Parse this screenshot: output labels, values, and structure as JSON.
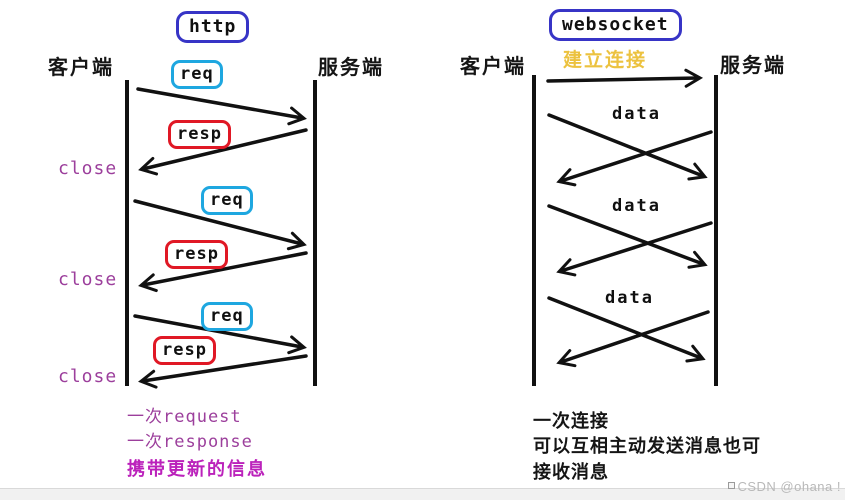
{
  "page": {
    "watermark": "CSDN @ohana !"
  },
  "colors": {
    "title_border_blue": "#3734c6",
    "req_border_cyan": "#1ea7e0",
    "resp_border_red": "#e01825",
    "close_purple": "#9c3f9c",
    "highlight_magenta": "#bb22bb",
    "connect_gold": "#ecc23f",
    "line_black": "#111111",
    "watermark_gray": "#b9b9b9"
  },
  "http_panel": {
    "title": "http",
    "client": "客户端",
    "server": "服务端",
    "exchanges": [
      {
        "req": "req",
        "resp": "resp",
        "close": "close"
      },
      {
        "req": "req",
        "resp": "resp",
        "close": "close"
      },
      {
        "req": "req",
        "resp": "resp",
        "close": "close"
      }
    ],
    "notes": [
      "一次request",
      "一次response"
    ],
    "highlight_note": "携带更新的信息"
  },
  "websocket_panel": {
    "title": "websocket",
    "connect": "建立连接",
    "client": "客户端",
    "server": "服务端",
    "data_labels": [
      "data",
      "data",
      "data"
    ],
    "notes": [
      "一次连接",
      "可以互相主动发送消息也可",
      "接收消息"
    ]
  }
}
